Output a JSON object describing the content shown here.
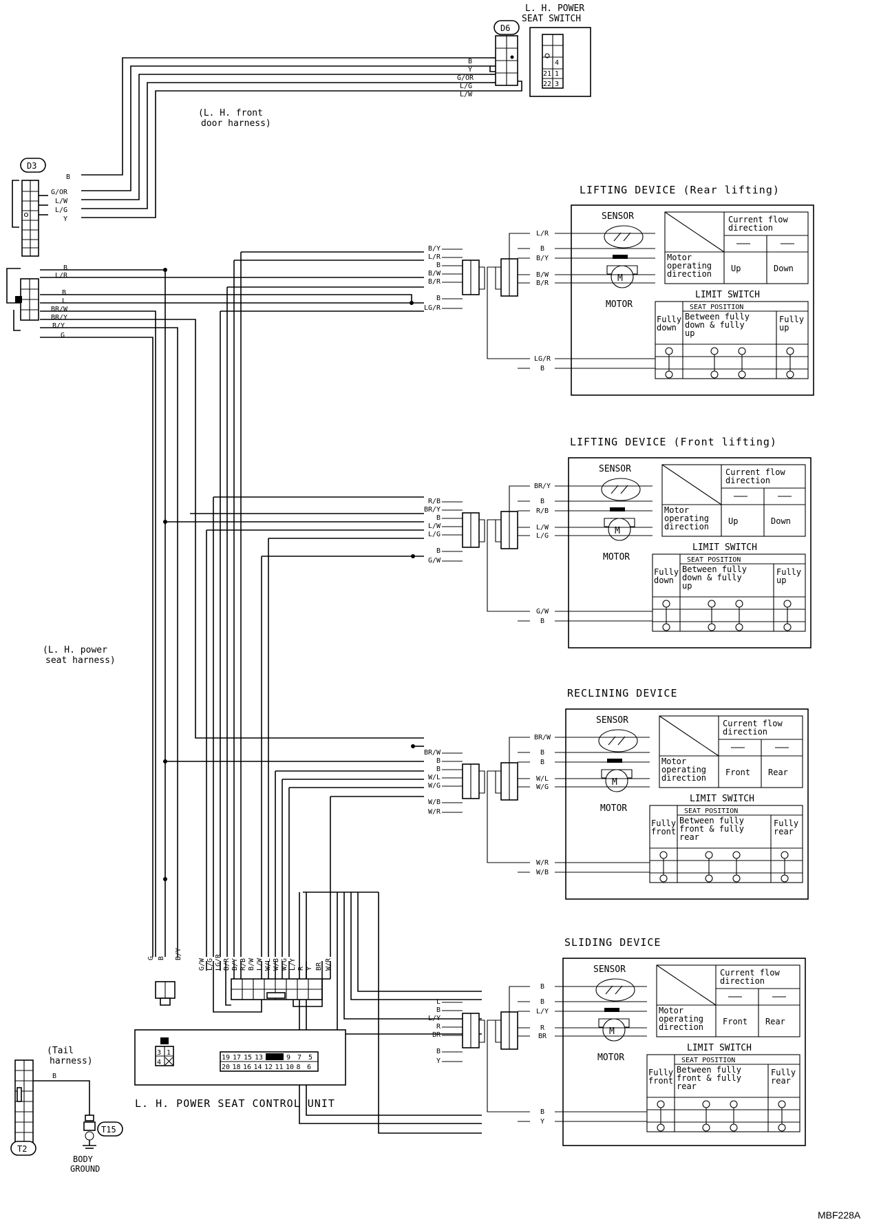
{
  "figure_ref": "MBF228A",
  "connectors": {
    "d6": "D6",
    "d3": "D3",
    "t2": "T2",
    "t15": "T15"
  },
  "power_seat_switch": {
    "title_line1": "L. H.  POWER",
    "title_line2": "SEAT SWITCH",
    "pins": [
      "4",
      "21",
      "1",
      "22",
      "3"
    ],
    "wires": [
      "B",
      "Y",
      "G/OR",
      "L/G",
      "L/W"
    ]
  },
  "harness_labels": {
    "front_door_line1": "(L. H.  front",
    "front_door_line2": "door harness)",
    "power_seat_line1": "(L. H.  power",
    "power_seat_line2": "seat harness)",
    "tail_line1": "(Tail",
    "tail_line2": "harness)"
  },
  "d3_wires": [
    "B",
    "G/OR",
    "L/W",
    "L/G",
    "Y"
  ],
  "mid_connector_wires": [
    "B",
    "L/R",
    "B",
    "L",
    "BR/W",
    "BR/Y",
    "B/Y",
    "G"
  ],
  "devices": [
    {
      "title": "LIFTING DEVICE  (Rear lifting)",
      "sensor": "SENSOR",
      "motor": "MOTOR",
      "flow_header": "Current flow direction",
      "operating": "Motor operating direction",
      "dir_a": "Up",
      "dir_b": "Down",
      "limit": "LIMIT SWITCH",
      "seat_position": "SEAT POSITION",
      "pos_a": "Fully down",
      "pos_mid": "Between fully down & fully up",
      "pos_b": "Fully up",
      "harness_wires": [
        "B/Y",
        "L/R",
        "B",
        "B/W",
        "B/R",
        "B",
        "LG/R"
      ],
      "device_wires": [
        "L/R",
        "B",
        "B/Y",
        "B/W",
        "B/R",
        "LG/R",
        "B"
      ]
    },
    {
      "title": "LIFTING DEVICE  (Front lifting)",
      "sensor": "SENSOR",
      "motor": "MOTOR",
      "flow_header": "Current flow direction",
      "operating": "Motor operating direction",
      "dir_a": "Up",
      "dir_b": "Down",
      "limit": "LIMIT SWITCH",
      "seat_position": "SEAT POSITION",
      "pos_a": "Fully down",
      "pos_mid": "Between fully down & fully up",
      "pos_b": "Fully up",
      "harness_wires": [
        "R/B",
        "BR/Y",
        "B",
        "L/W",
        "L/G",
        "B",
        "G/W"
      ],
      "device_wires": [
        "BR/Y",
        "B",
        "R/B",
        "L/W",
        "L/G",
        "G/W",
        "B"
      ]
    },
    {
      "title": "RECLINING DEVICE",
      "sensor": "SENSOR",
      "motor": "MOTOR",
      "flow_header": "Current flow direction",
      "operating": "Motor operating direction",
      "dir_a": "Front",
      "dir_b": "Rear",
      "limit": "LIMIT SWITCH",
      "seat_position": "SEAT POSITION",
      "pos_a": "Fully front",
      "pos_mid": "Between fully front & fully rear",
      "pos_b": "Fully rear",
      "harness_wires": [
        "BR/W",
        "B",
        "B",
        "W/L",
        "W/G",
        "W/B",
        "W/R"
      ],
      "device_wires": [
        "BR/W",
        "B",
        "B",
        "W/L",
        "W/G",
        "W/R",
        "W/B"
      ]
    },
    {
      "title": "SLIDING DEVICE",
      "sensor": "SENSOR",
      "motor": "MOTOR",
      "flow_header": "Current flow direction",
      "operating": "Motor operating direction",
      "dir_a": "Front",
      "dir_b": "Rear",
      "limit": "LIMIT SWITCH",
      "seat_position": "SEAT POSITION",
      "pos_a": "Fully front",
      "pos_mid": "Between fully front & fully rear",
      "pos_b": "Fully rear",
      "harness_wires": [
        "L",
        "B",
        "L/Y",
        "R",
        "BR",
        "B",
        "Y"
      ],
      "device_wires": [
        "B",
        "B",
        "L/Y",
        "R",
        "BR",
        "B",
        "Y"
      ]
    }
  ],
  "control_unit": {
    "title": "L. H.  POWER SEAT CONTROL UNIT",
    "small_pins": [
      "3",
      "1",
      "4"
    ],
    "pins_top": [
      "19",
      "17",
      "15",
      "13",
      "9",
      "7",
      "5"
    ],
    "pins_bottom": [
      "20",
      "18",
      "16",
      "14",
      "12",
      "11",
      "10",
      "8",
      "6"
    ],
    "left_wires": [
      "G",
      "B",
      "B/Y"
    ],
    "main_wires": [
      "G/W",
      "L/G",
      "LG/R",
      "B/R",
      "B/Y",
      "R/B",
      "B/W",
      "L/W",
      "W/L",
      "W/B",
      "W/G",
      "L/Y",
      "R",
      "Y",
      "BR",
      "W/R"
    ]
  },
  "ground": {
    "wire": "B",
    "label_line1": "BODY",
    "label_line2": "GROUND"
  }
}
